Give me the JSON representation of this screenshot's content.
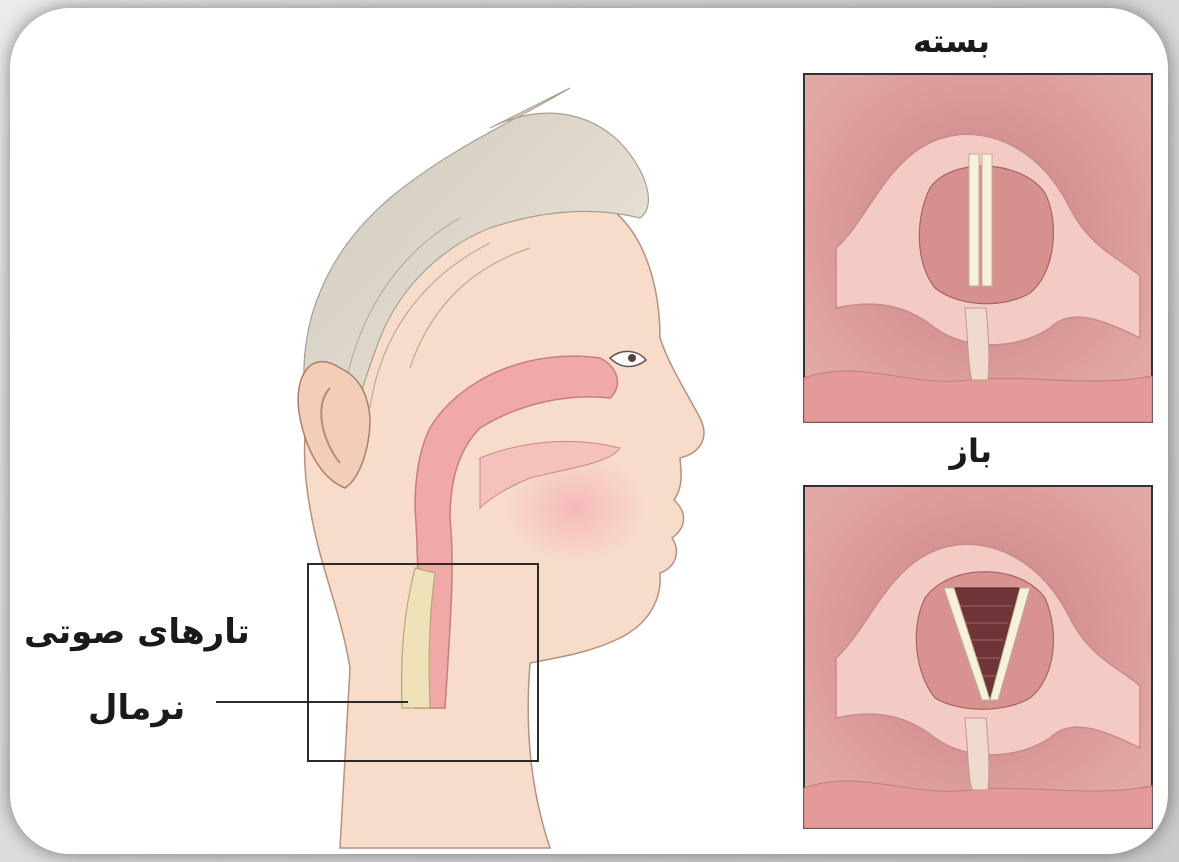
{
  "labels": {
    "closed": "بسته",
    "open": "باز",
    "vocal_cords": "تارهای صوتی",
    "normal": "نرمال"
  },
  "colors": {
    "frame": "#d9d9d9",
    "card": "#ffffff",
    "skin": "#f6dcc8",
    "hair": "#d9d2c5",
    "tissue": "#e9a8a6",
    "throat_dark": "#8f4a4c",
    "cords": "#f3ecd8"
  }
}
